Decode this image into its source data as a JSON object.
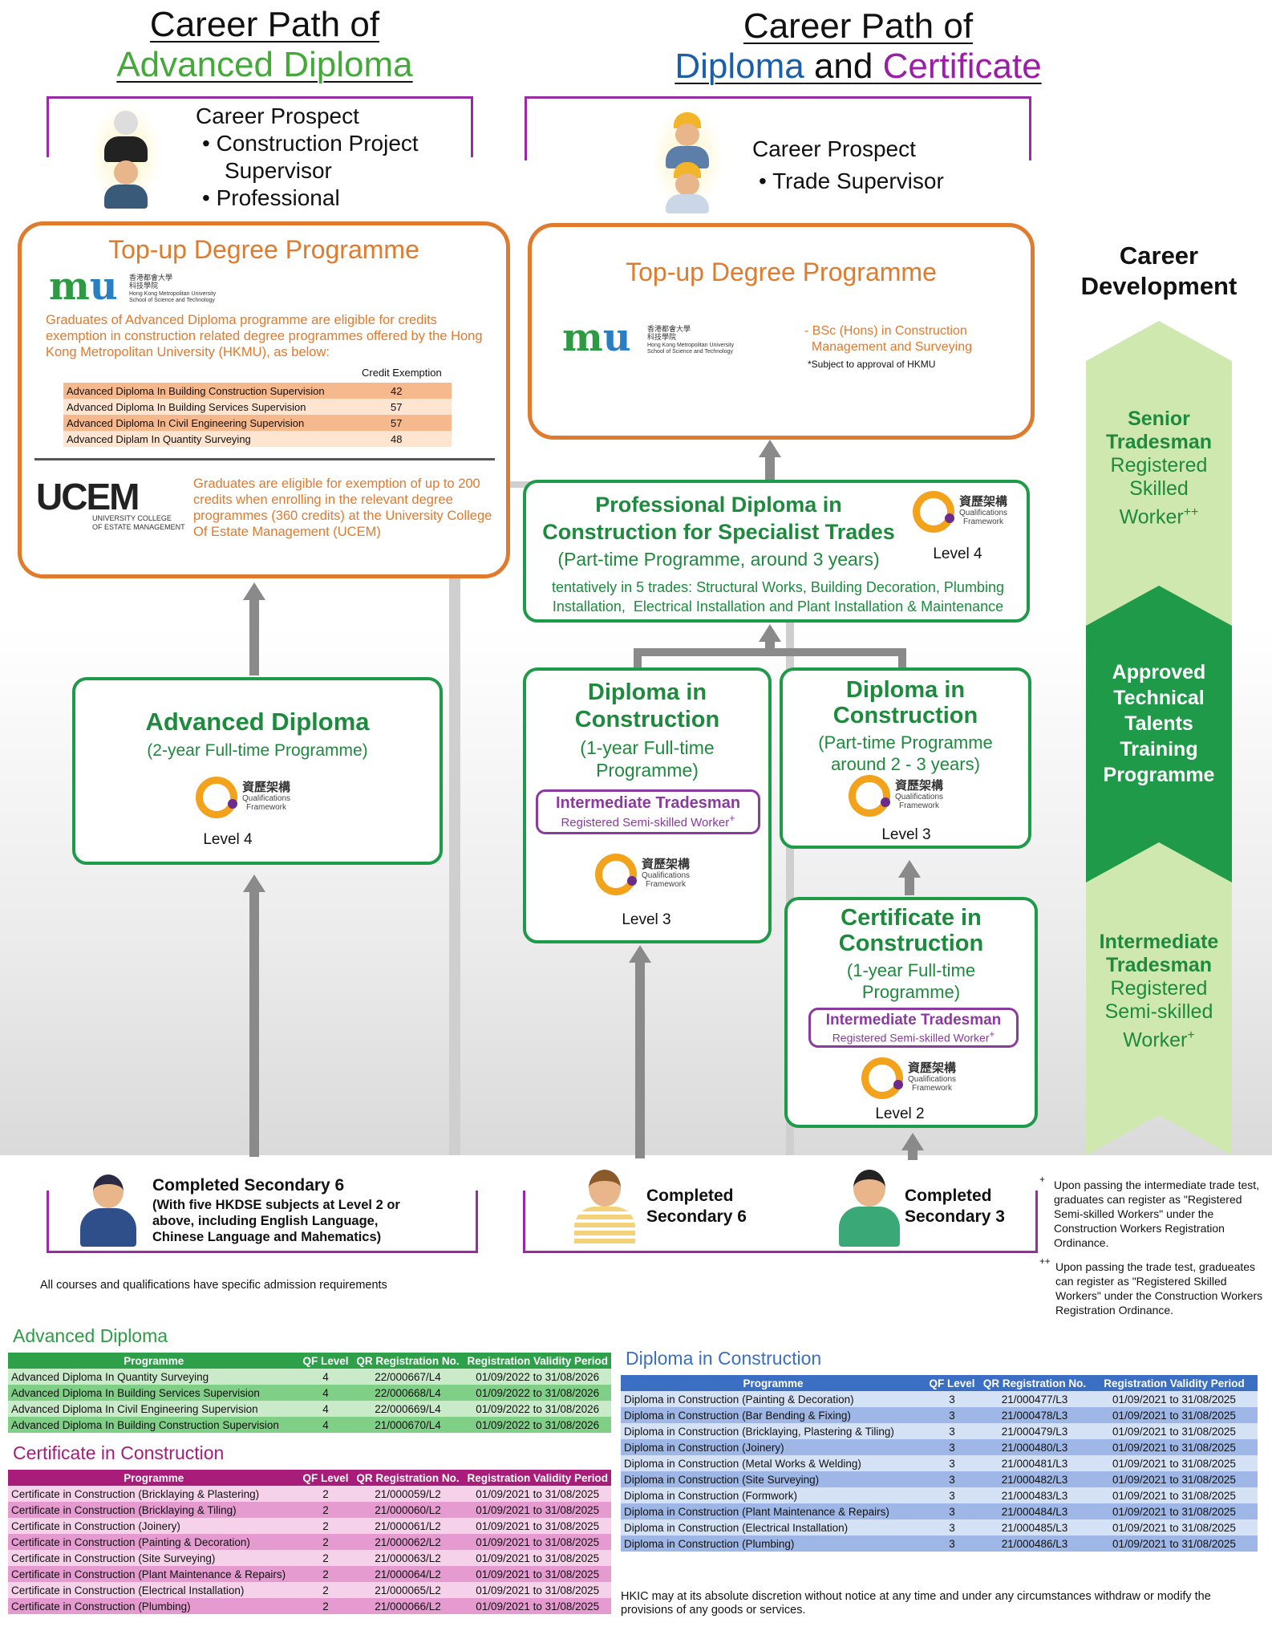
{
  "left_heading": {
    "line1": "Career Path of",
    "line2": "Advanced Diploma"
  },
  "right_heading": {
    "line1": "Career Path of",
    "diploma": "Diploma",
    "and": "and",
    "certificate": "Certificate"
  },
  "left_prospect": {
    "title": "Career Prospect",
    "items": [
      "• Construction Project",
      "Supervisor",
      "• Professional"
    ]
  },
  "right_prospect": {
    "title": "Career Prospect",
    "items": [
      "• Trade Supervisor"
    ]
  },
  "left_topup": {
    "title": "Top-up Degree Programme",
    "hkmu_zh": "香港都會大學\n科技學院",
    "hkmu_en": "Hong Kong Metropolitan University\nSchool of Science and Technology",
    "desc": "Graduates of Advanced Diploma programme are eligible for credits exemption in construction related degree programmes offered by the Hong Kong Metropolitan University (HKMU), as below:",
    "credit_header": "Credit Exemption",
    "credits": [
      [
        "Advanced Diploma In Building Construction Supervision",
        "42"
      ],
      [
        "Advanced Diploma In Building Services Supervision",
        "57"
      ],
      [
        "Advanced Diploma In Civil Engineering Supervision",
        "57"
      ],
      [
        "Advanced Diplam In Quantity Surveying",
        "48"
      ]
    ],
    "ucem_logo": "UCEM",
    "ucem_sub": "UNIVERSITY COLLEGE\nOF ESTATE MANAGEMENT",
    "ucem_desc": "Graduates are eligible for exemption of up to 200 credits when enrolling in the relevant degree programmes (360 credits) at the University College Of Estate Management (UCEM)"
  },
  "right_topup": {
    "title": "Top-up Degree Programme",
    "bsc": "- BSc (Hons) in Construction\n  Management and Surveying",
    "note": "*Subject to approval of HKMU"
  },
  "career_dev": {
    "title": "Career\nDevelopment",
    "senior": {
      "t1": "Senior",
      "t2": "Tradesman",
      "t3": "Registered",
      "t4": "Skilled",
      "t5": "Worker"
    },
    "attt": "Approved\nTechnical\nTalents\nTraining\nProgramme",
    "inter": {
      "t1": "Intermediate",
      "t2": "Tradesman",
      "t3": "Registered",
      "t4": "Semi-skilled",
      "t5": "Worker"
    }
  },
  "prof_diploma": {
    "title": "Professional Diploma in\nConstruction for Specialist Trades",
    "sub": "(Part-time Programme, around 3 years)",
    "trades": "tentatively in 5 trades: Structural Works, Building Decoration, Plumbing\nInstallation,  Electrical Installation and Plant Installation & Maintenance",
    "level": "Level 4"
  },
  "adv_diploma": {
    "title": "Advanced Diploma",
    "sub": "(2-year Full-time Programme)",
    "level": "Level 4"
  },
  "dip_ft": {
    "title": "Diploma in\nConstruction",
    "sub": "(1-year Full-time\nProgramme)",
    "pill1": "Intermediate Tradesman",
    "pill2": "Registered Semi-skilled Worker",
    "level": "Level 3"
  },
  "dip_pt": {
    "title": "Diploma in\nConstruction",
    "sub": "(Part-time Programme\naround 2 - 3 years)",
    "level": "Level 3"
  },
  "cert": {
    "title": "Certificate in\nConstruction",
    "sub": "(1-year Full-time\nProgramme)",
    "pill1": "Intermediate Tradesman",
    "pill2": "Registered Semi-skilled Worker",
    "level": "Level 2"
  },
  "qf": {
    "zh": "資歷架構",
    "en": "Qualifications\nFramework"
  },
  "entry_left": {
    "title": "Completed Secondary 6",
    "detail": "(With five HKDSE subjects at Level 2 or\nabove, including English Language,\nChinese Language and Mahematics)"
  },
  "entry_s6": "Completed\nSecondary 6",
  "entry_s3": "Completed\nSecondary 3",
  "note_plus": "Upon passing the intermediate trade test, graduates can register as \"Registered Semi-skilled Workers\" under the Construction Workers Registration Ordinance.",
  "note_plusplus": "Upon passing the trade test, gradueates can register as \"Registered Skilled Workers\" under the Construction Workers Registration Ordinance.",
  "admission": "All courses and qualifications have specific admission requirements",
  "headers": [
    "Programme",
    "QF Level",
    "QR Registration No.",
    "Registration Validity Period"
  ],
  "ad_table": {
    "title": "Advanced Diploma",
    "rows": [
      [
        "Advanced Diploma In Quantity Surveying",
        "4",
        "22/000667/L4",
        "01/09/2022 to 31/08/2026"
      ],
      [
        "Advanced Diploma In Building Services Supervision",
        "4",
        "22/000668/L4",
        "01/09/2022 to 31/08/2026"
      ],
      [
        "Advanced Diploma In Civil Engineering Supervision",
        "4",
        "22/000669/L4",
        "01/09/2022 to 31/08/2026"
      ],
      [
        "Advanced Diploma In Building Construction Supervision",
        "4",
        "21/000670/L4",
        "01/09/2022 to 31/08/2026"
      ]
    ]
  },
  "ce_table": {
    "title": "Certificate in Construction",
    "rows": [
      [
        "Certificate in Construction (Bricklaying & Plastering)",
        "2",
        "21/000059/L2",
        "01/09/2021 to 31/08/2025"
      ],
      [
        "Certificate in Construction (Bricklaying & Tiling)",
        "2",
        "21/000060/L2",
        "01/09/2021 to 31/08/2025"
      ],
      [
        "Certificate in Construction (Joinery)",
        "2",
        "21/000061/L2",
        "01/09/2021 to 31/08/2025"
      ],
      [
        "Certificate in Construction (Painting & Decoration)",
        "2",
        "21/000062/L2",
        "01/09/2021 to 31/08/2025"
      ],
      [
        "Certificate in Construction (Site Surveying)",
        "2",
        "21/000063/L2",
        "01/09/2021 to 31/08/2025"
      ],
      [
        "Certificate in Construction (Plant Maintenance & Repairs)",
        "2",
        "21/000064/L2",
        "01/09/2021 to 31/08/2025"
      ],
      [
        "Certificate in Construction (Electrical Installation)",
        "2",
        "21/000065/L2",
        "01/09/2021 to 31/08/2025"
      ],
      [
        "Certificate in Construction (Plumbing)",
        "2",
        "21/000066/L2",
        "01/09/2021 to 31/08/2025"
      ]
    ]
  },
  "dc_table": {
    "title": "Diploma in Construction",
    "rows": [
      [
        "Diploma in Construction (Painting & Decoration)",
        "3",
        "21/000477/L3",
        "01/09/2021 to 31/08/2025"
      ],
      [
        "Diploma in Construction (Bar Bending & Fixing)",
        "3",
        "21/000478/L3",
        "01/09/2021 to 31/08/2025"
      ],
      [
        "Diploma in Construction (Bricklaying, Plastering & Tiling)",
        "3",
        "21/000479/L3",
        "01/09/2021 to 31/08/2025"
      ],
      [
        "Diploma in Construction (Joinery)",
        "3",
        "21/000480/L3",
        "01/09/2021 to 31/08/2025"
      ],
      [
        "Diploma in Construction (Metal Works & Welding)",
        "3",
        "21/000481/L3",
        "01/09/2021 to 31/08/2025"
      ],
      [
        "Diploma in Construction (Site Surveying)",
        "3",
        "21/000482/L3",
        "01/09/2021 to 31/08/2025"
      ],
      [
        "Diploma in Construction (Formwork)",
        "3",
        "21/000483/L3",
        "01/09/2021 to 31/08/2025"
      ],
      [
        "Diploma in Construction (Plant Maintenance & Repairs)",
        "3",
        "21/000484/L3",
        "01/09/2021 to 31/08/2025"
      ],
      [
        "Diploma in Construction (Electrical Installation)",
        "3",
        "21/000485/L3",
        "01/09/2021 to 31/08/2025"
      ],
      [
        "Diploma in Construction (Plumbing)",
        "3",
        "21/000486/L3",
        "01/09/2021 to 31/08/2025"
      ]
    ]
  },
  "disclaimer": "HKIC may at its absolute discretion without notice at any time and under any circumstances withdraw or modify the provisions of any goods or services."
}
